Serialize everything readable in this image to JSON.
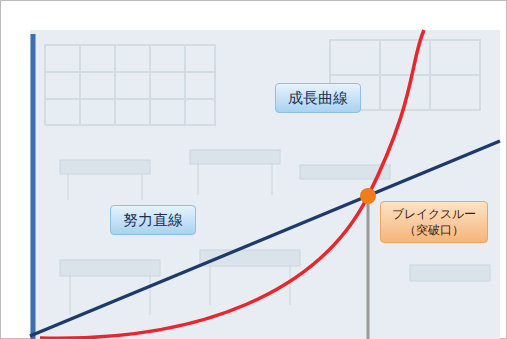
{
  "diagram": {
    "nodes": [
      {
        "text": [
          "成長曲線"
        ]
      },
      {
        "text": [
          "努力直線"
        ]
      },
      {
        "text": [
          "ブレイクスルー （突破口）"
        ]
      }
    ]
  }
}
